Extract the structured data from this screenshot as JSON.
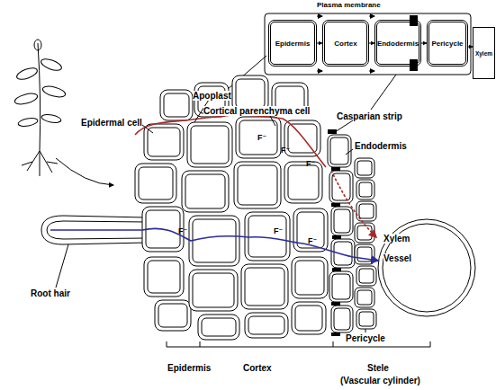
{
  "diagram": {
    "nodes": [
      {
        "text": [
          "Epidermis"
        ]
      },
      {
        "text": [
          "Cortex"
        ]
      },
      {
        "text": [
          "Endodermis"
        ]
      },
      {
        "text": [
          "Pericycle"
        ]
      },
      {
        "text": [
          "Xylem"
        ]
      }
    ],
    "edges": [
      {
        "from": 0,
        "to": 1,
        "arrow": "to"
      },
      {
        "from": 1,
        "to": 2,
        "arrow": "to"
      },
      {
        "from": 2,
        "to": 3,
        "arrow": "to"
      },
      {
        "from": 3,
        "to": 4,
        "arrow": "to"
      }
    ],
    "labels": [
      "Plasma membrane",
      "Apoplast",
      "Epidermal cell",
      "Cortical parenchyma cell",
      "Casparian strip",
      "Endodermis",
      "F⁻",
      "F⁻",
      "F⁻",
      "F⁻",
      "F⁻",
      "F⁻",
      "Xylem",
      "Vessel",
      "Root hair",
      "Pericycle",
      "Epidermis",
      "Cortex",
      "Stele",
      "(Vascular cylinder)"
    ]
  }
}
